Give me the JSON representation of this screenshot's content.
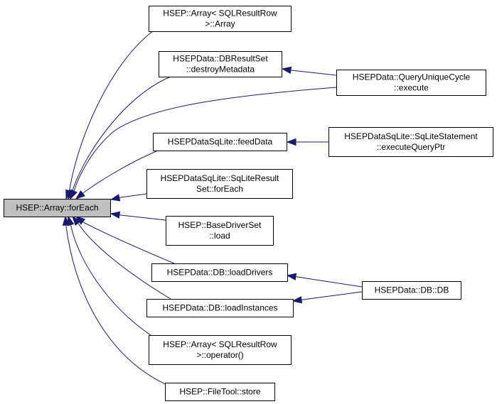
{
  "graph": {
    "nodes": [
      {
        "id": "array_foreach",
        "lines": [
          "HSEP::Array::forEach"
        ],
        "highlight": true
      },
      {
        "id": "array_ctor",
        "lines": [
          "HSEP::Array< SQLResultRow",
          ">::Array"
        ]
      },
      {
        "id": "dbresultset_destroy",
        "lines": [
          "HSEPData::DBResultSet",
          "::destroyMetadata"
        ]
      },
      {
        "id": "queryuniquecycle_execute",
        "lines": [
          "HSEPData::QueryUniqueCycle",
          "::execute"
        ]
      },
      {
        "id": "sqlite_feeddata",
        "lines": [
          "HSEPDataSqLite::feedData"
        ]
      },
      {
        "id": "sqlitestatement_exec",
        "lines": [
          "HSEPDataSqLite::SqLiteStatement",
          "::executeQueryPtr"
        ]
      },
      {
        "id": "sqliteresultset_foreach",
        "lines": [
          "HSEPDataSqLite::SqLiteResult",
          "Set::forEach"
        ]
      },
      {
        "id": "basedriverset_load",
        "lines": [
          "HSEP::BaseDriverSet",
          "::load"
        ]
      },
      {
        "id": "db_loaddrivers",
        "lines": [
          "HSEPData::DB::loadDrivers"
        ]
      },
      {
        "id": "db_db",
        "lines": [
          "HSEPData::DB::DB"
        ]
      },
      {
        "id": "db_loadinstances",
        "lines": [
          "HSEPData::DB::loadInstances"
        ]
      },
      {
        "id": "array_operator",
        "lines": [
          "HSEP::Array< SQLResultRow",
          ">::operator()"
        ]
      },
      {
        "id": "filetool_store",
        "lines": [
          "HSEP::FileTool::store"
        ]
      }
    ],
    "edges": [
      {
        "from": "array_ctor",
        "to": "array_foreach"
      },
      {
        "from": "dbresultset_destroy",
        "to": "array_foreach"
      },
      {
        "from": "queryuniquecycle_execute",
        "to": "array_foreach"
      },
      {
        "from": "queryuniquecycle_execute",
        "to": "dbresultset_destroy"
      },
      {
        "from": "sqlite_feeddata",
        "to": "array_foreach"
      },
      {
        "from": "sqlitestatement_exec",
        "to": "sqlite_feeddata"
      },
      {
        "from": "sqliteresultset_foreach",
        "to": "array_foreach"
      },
      {
        "from": "basedriverset_load",
        "to": "array_foreach"
      },
      {
        "from": "db_loaddrivers",
        "to": "array_foreach"
      },
      {
        "from": "db_db",
        "to": "db_loaddrivers"
      },
      {
        "from": "db_db",
        "to": "db_loadinstances"
      },
      {
        "from": "db_loadinstances",
        "to": "array_foreach"
      },
      {
        "from": "array_operator",
        "to": "array_foreach"
      },
      {
        "from": "filetool_store",
        "to": "array_foreach"
      }
    ],
    "colors": {
      "edge": "#191970",
      "root_fill": "#bfbfbf",
      "box_stroke": "#000000"
    }
  }
}
